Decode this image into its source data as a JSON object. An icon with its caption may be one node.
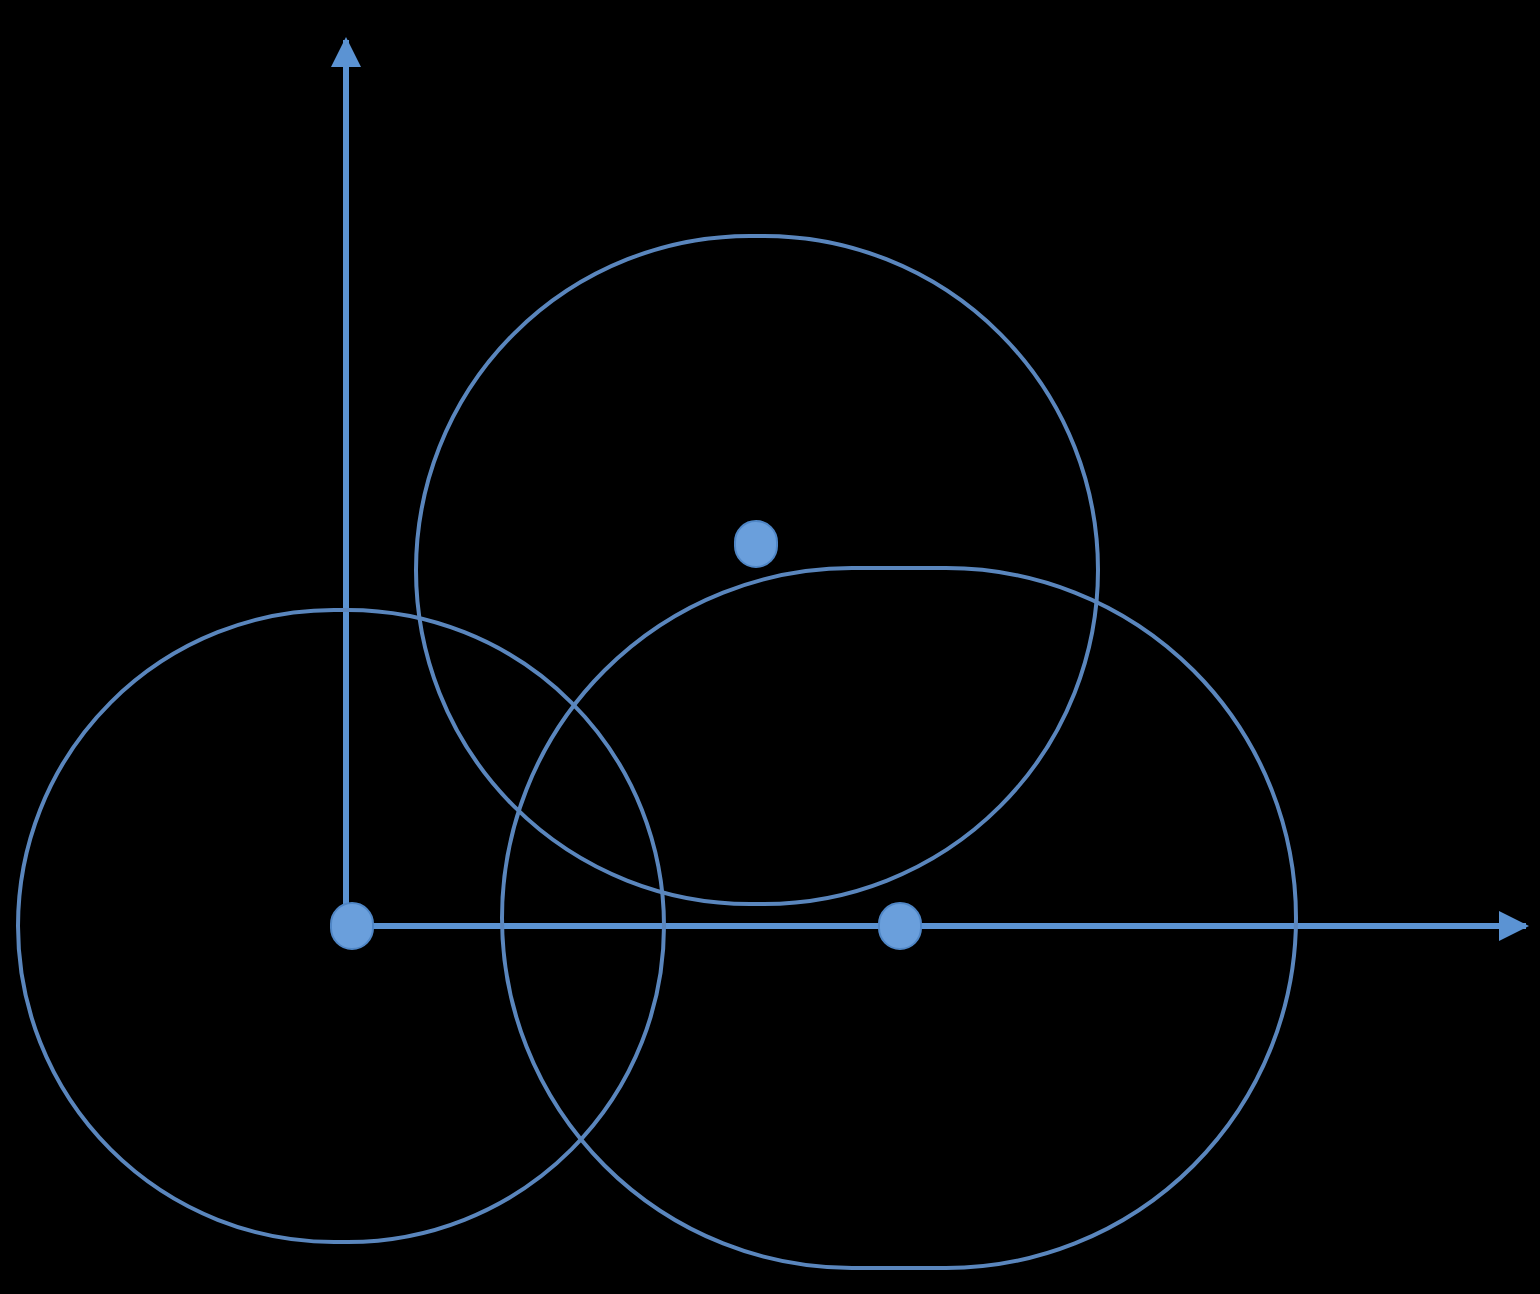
{
  "diagram": {
    "nodes": [
      {
        "text": [],
        "shape": "circle"
      },
      {
        "text": [],
        "shape": "dot",
        "in": 0
      },
      {
        "text": [],
        "shape": "circle"
      },
      {
        "text": [],
        "shape": "dot",
        "in": 2
      },
      {
        "text": [],
        "shape": "circle"
      },
      {
        "text": [],
        "shape": "dot",
        "in": 4
      }
    ]
  }
}
